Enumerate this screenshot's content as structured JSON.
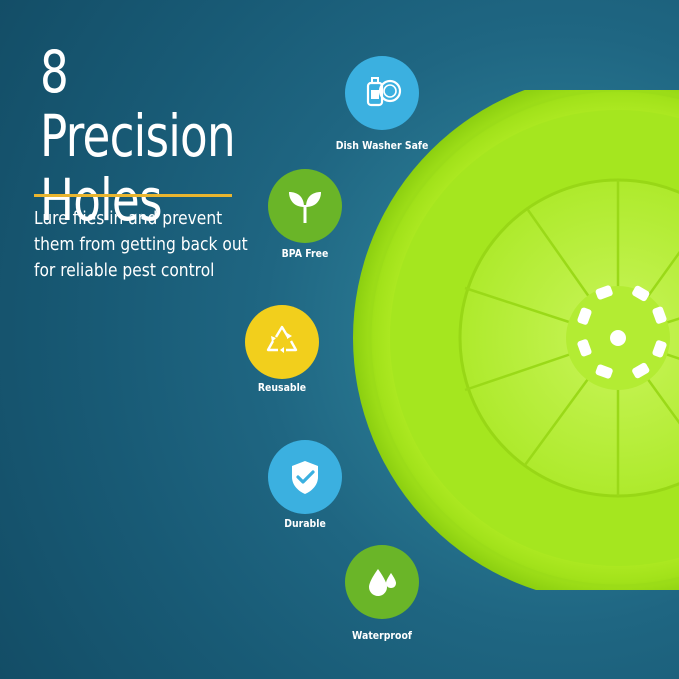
{
  "headline": "8 Precision\nHoles",
  "description": "Lure flies in and prevent them from getting back out for reliable pest control",
  "features": [
    {
      "label": "Dish Washer Safe",
      "icon": "dishwasher-icon",
      "color": "#3bb0e0"
    },
    {
      "label": "BPA Free",
      "icon": "leaf-sprout-icon",
      "color": "#6ab528"
    },
    {
      "label": "Reusable",
      "icon": "recycle-icon",
      "color": "#f2cf1c"
    },
    {
      "label": "Durable",
      "icon": "shield-check-icon",
      "color": "#3bb0e0"
    },
    {
      "label": "Waterproof",
      "icon": "water-drops-icon",
      "color": "#6ab528"
    }
  ],
  "colors": {
    "accent_rule": "#e9b52f",
    "product_green": "#a6e81e",
    "background": "#1f6682"
  }
}
